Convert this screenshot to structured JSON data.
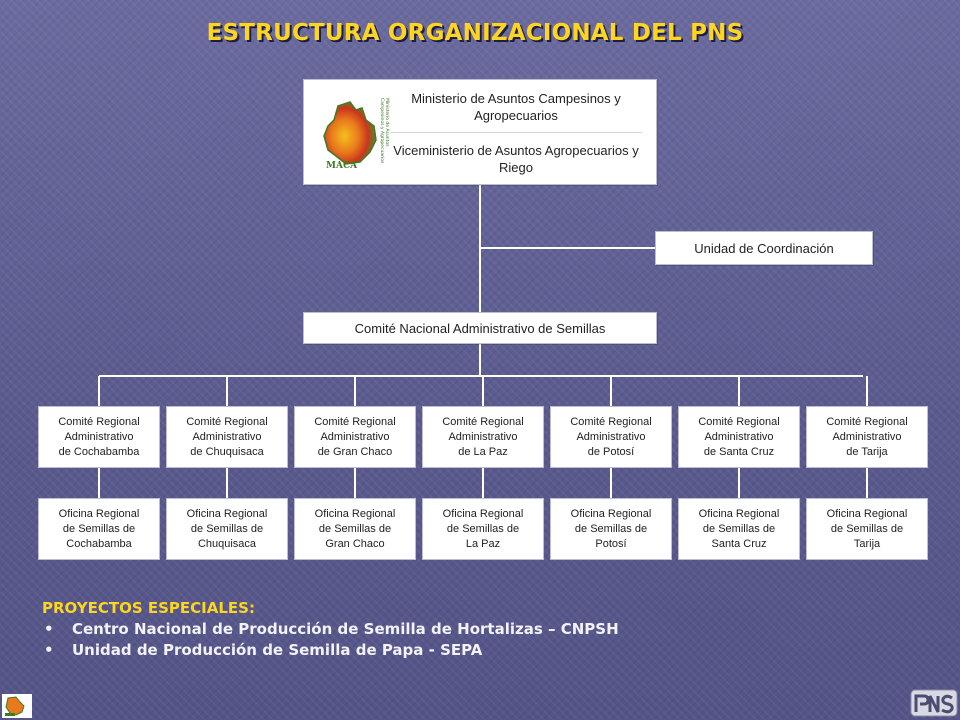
{
  "title": "ESTRUCTURA ORGANIZACIONAL DEL PNS",
  "ministry": {
    "name": "Ministerio de Asuntos Campesinos y Agropecuarios",
    "vice": "Viceministerio de Asuntos Agropecuarios y Riego",
    "logo_text": "MACA"
  },
  "coordination_unit": "Unidad de Coordinación",
  "national_committee": "Comité Nacional Administrativo de Semillas",
  "regional_committees": [
    "Comité Regional\nAdministrativo\nde Cochabamba",
    "Comité Regional\nAdministrativo\nde Chuquisaca",
    "Comité Regional\nAdministrativo\nde Gran Chaco",
    "Comité Regional\nAdministrativo\nde La Paz",
    "Comité Regional\nAdministrativo\nde Potosí",
    "Comité Regional\nAdministrativo\nde Santa Cruz",
    "Comité Regional\nAdministrativo\nde Tarija"
  ],
  "regional_offices": [
    "Oficina Regional\nde Semillas de\nCochabamba",
    "Oficina Regional\nde Semillas de\nChuquisaca",
    "Oficina Regional\nde Semillas de\nGran Chaco",
    "Oficina Regional\nde Semillas de\nLa Paz",
    "Oficina Regional\nde Semillas de\nPotosí",
    "Oficina Regional\nde Semillas de\nSanta Cruz",
    "Oficina Regional\nde Semillas de\nTarija"
  ],
  "special_projects": {
    "heading": "PROYECTOS ESPECIALES:",
    "items": [
      "Centro Nacional de Producción de Semilla de Hortalizas – CNPSH",
      "Unidad de Producción de Semilla de Papa - SEPA"
    ]
  },
  "colors": {
    "title": "#ffd51e",
    "background": "#5f5f93",
    "connector": "#ffffff",
    "box": "#ffffff"
  }
}
